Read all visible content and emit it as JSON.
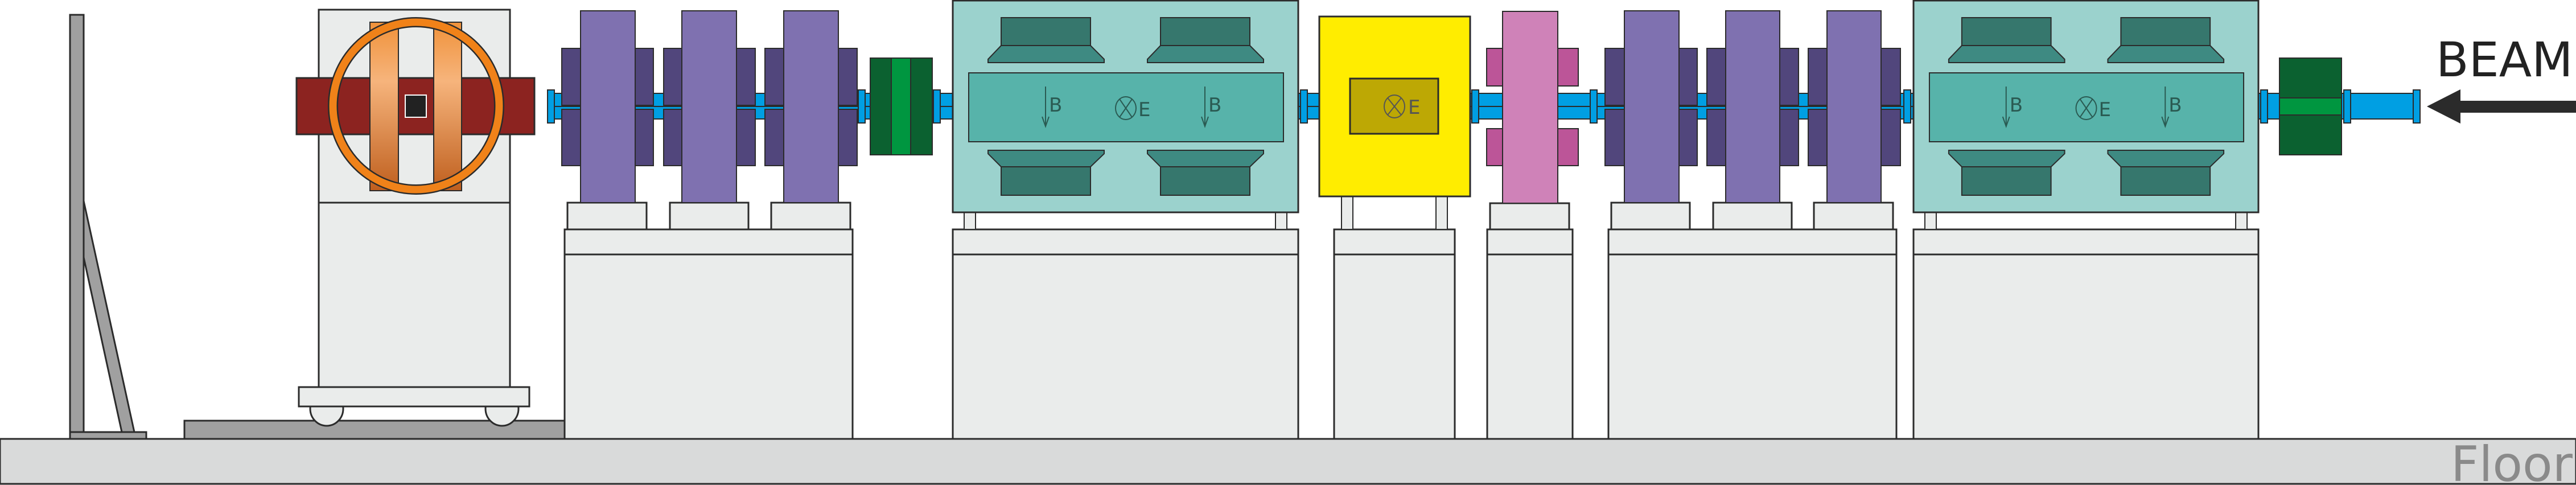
{
  "labels": {
    "beam": "BEAM",
    "floor": "Floor",
    "field_b": "B",
    "field_e": "E"
  },
  "colors": {
    "beam_pipe": "#009FE3",
    "stand": "#EAECEB",
    "floor": "#D9DADA",
    "quadrupole": "#7F71B0",
    "quadrupole_side": "#51467C",
    "wien_filter": "#9BD2CD",
    "wien_inner": "#57B3AA",
    "magnet_pole": "#36776D",
    "magnet_shoe": "#3E8A82",
    "deflector": "#FFED00",
    "deflector_plate": "#BDA804",
    "steerer": "#CF82B8",
    "steerer_side": "#BC5598",
    "detector_frame": "#8C2320",
    "coil": "#F08219",
    "collimator": "#0B6130",
    "collimator_light": "#009640"
  },
  "icons": [
    "beam-direction-arrow-icon",
    "field-into-page-icon",
    "field-down-arrow-icon"
  ]
}
